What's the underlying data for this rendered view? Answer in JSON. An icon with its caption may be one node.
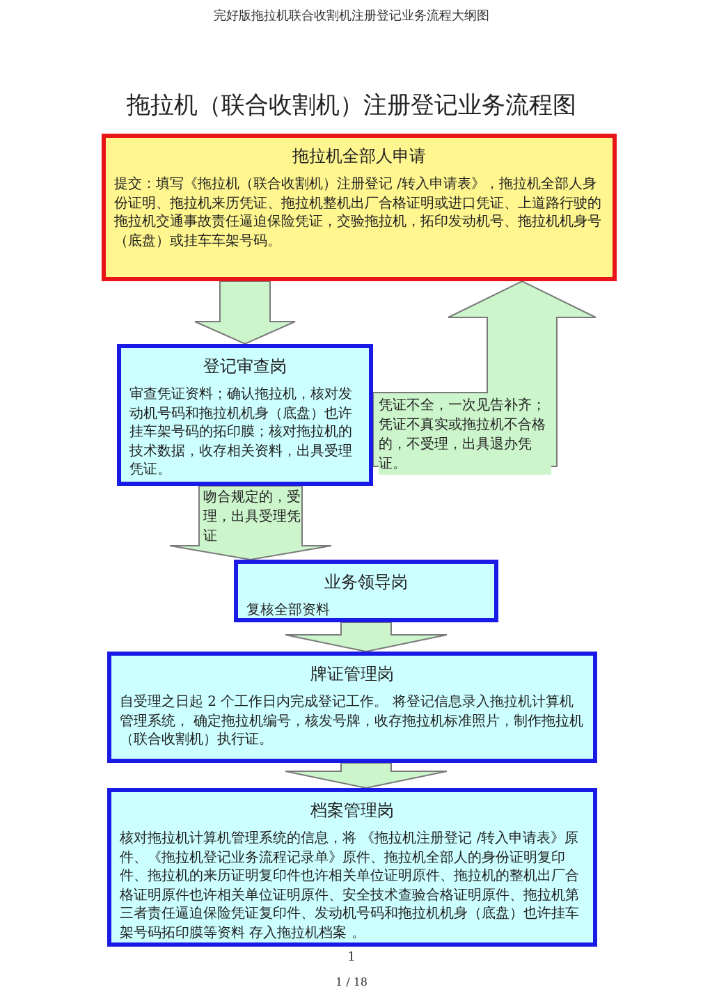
{
  "diagram": {
    "title": "拖拉机（联合收割机）注册登记业务流程图",
    "nodes": [
      {
        "text": [
          "拖拉机全部人申请",
          "提交：填写《拖拉机（联合收割机）注册登记 /转入申请表》，拖拉机全部人身份证明、拖拉机来历凭证、拖拉机整机出厂合格证明或进口凭证、上道路行驶的拖拉机交通事故责任逼迫保险凭证，交验拖拉机，拓印发动机号、拖拉机机身号（底盘）或挂车车架号码。"
        ]
      },
      {
        "text": [
          "登记审查岗",
          "审查凭证资料；确认拖拉机，核对发动机号码和拖拉机机身（底盘）也许挂车架号码的拓印膜；核对拖拉机的技术数据，收存相关资料，出具受理凭证。"
        ]
      },
      {
        "text": [
          "业务领导岗",
          "复核全部资料"
        ]
      },
      {
        "text": [
          "牌证管理岗",
          "自受理之日起 2 个工作日内完成登记工作。 将登记信息录入拖拉机计算机管理系统， 确定拖拉机编号，核发号牌，收存拖拉机标准照片，制作拖拉机（联合收割机）执行证。"
        ]
      },
      {
        "text": [
          "档案管理岗",
          "核对拖拉机计算机管理系统的信息，将 《拖拉机注册登记 /转入申请表》原件、《拖拉机登记业务流程记录单》原件、拖拉机全部人的身份证明复印件、拖拉机的来历证明复印件也许相关单位证明原件、拖拉机的整机出厂合格证明原件也许相关单位证明原件、安全技术查验合格证明原件、拖拉机第三者责任逼迫保险凭证复印件、发动机号码和拖拉机机身（底盘）也许挂车架号码拓印膜等资料 存入拖拉机档案 。"
        ]
      }
    ],
    "edges": [
      {
        "from": 0,
        "to": 1,
        "arrow": "to"
      },
      {
        "from": 1,
        "to": 2,
        "arrow": "to",
        "label": "吻合规定的，受理，出具受理凭证"
      },
      {
        "from": 2,
        "to": 3,
        "arrow": "to"
      },
      {
        "from": 3,
        "to": 4,
        "arrow": "to"
      },
      {
        "from": 1,
        "to": 0,
        "arrow": "to",
        "label": "凭证不全，一次见告补齐；凭证不真实或拖拉机不合格的，不受理，出具退办凭证。"
      }
    ],
    "labels": [
      "完好版拖拉机联合收割机注册登记业务流程大纲图",
      "1",
      "1 / 18"
    ]
  }
}
